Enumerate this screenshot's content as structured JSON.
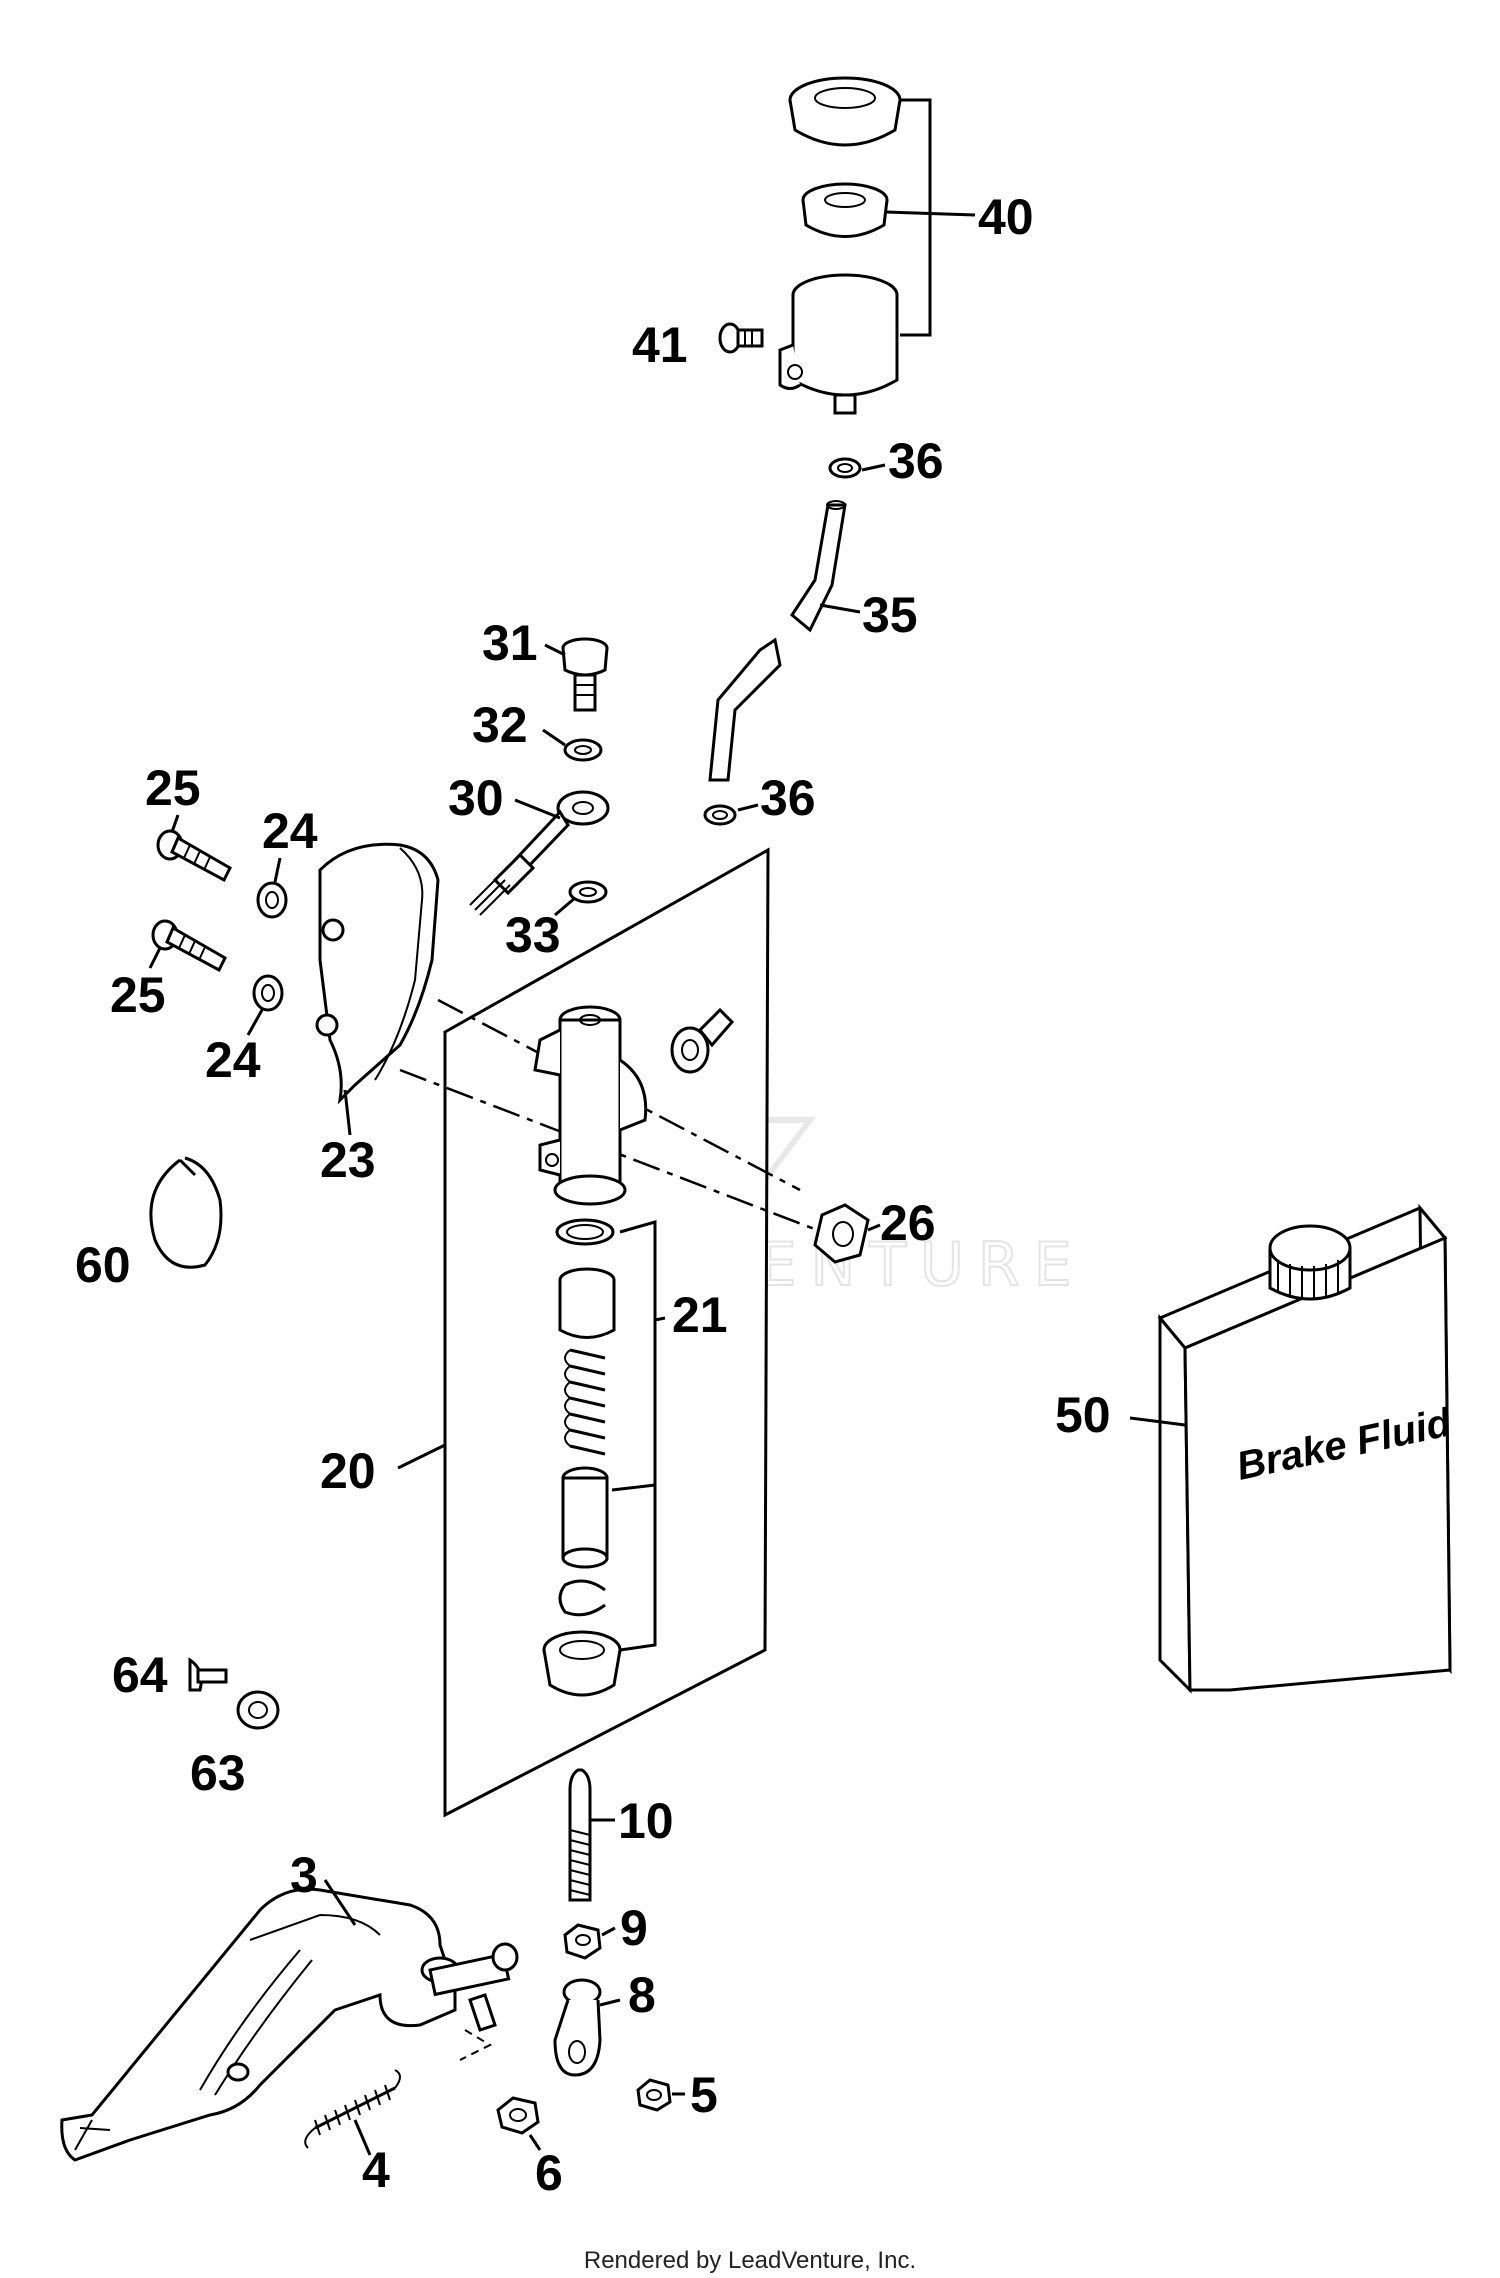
{
  "watermark": "LEADVENTURE",
  "footer": "Rendered by LeadVenture, Inc.",
  "container_label": "Brake Fluid",
  "callouts": {
    "c40": "40",
    "c41": "41",
    "c36a": "36",
    "c35": "35",
    "c31": "31",
    "c32": "32",
    "c30": "30",
    "c33": "33",
    "c36b": "36",
    "c25a": "25",
    "c24a": "24",
    "c25b": "25",
    "c24b": "24",
    "c23": "23",
    "c60": "60",
    "c26": "26",
    "c21": "21",
    "c20": "20",
    "c50": "50",
    "c64": "64",
    "c63": "63",
    "c10": "10",
    "c3": "3",
    "c9": "9",
    "c8": "8",
    "c5": "5",
    "c4": "4",
    "c6": "6"
  }
}
